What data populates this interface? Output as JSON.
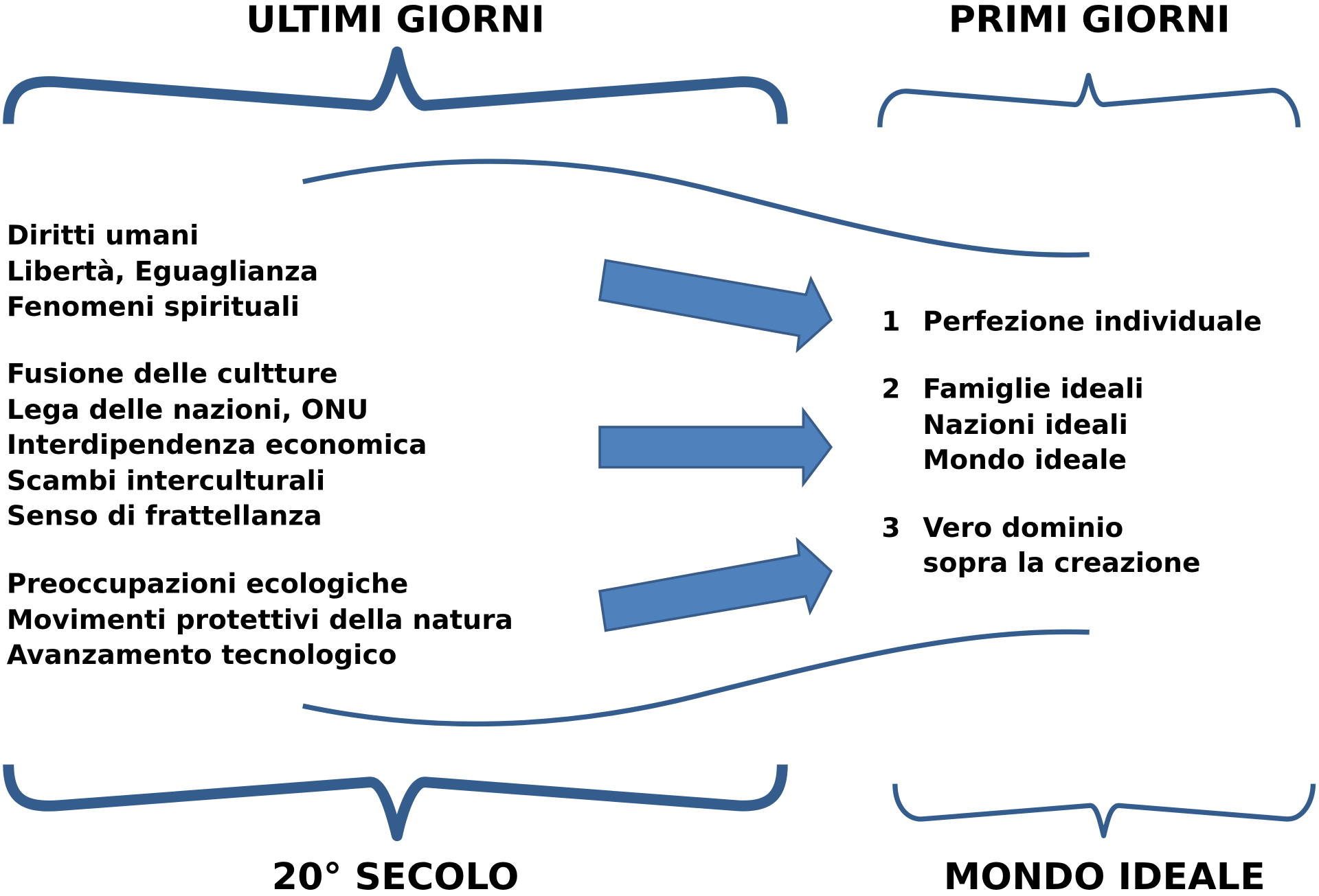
{
  "headers": {
    "top_left": "ULTIMI GIORNI",
    "top_right": "PRIMI GIORNI",
    "bottom_left": "20° SECOLO",
    "bottom_right": "MONDO IDEALE"
  },
  "left_groups": [
    [
      "Diritti umani",
      "Libertà, Eguaglianza",
      "Fenomeni spirituali"
    ],
    [
      "Fusione delle cultture",
      "Lega delle nazioni, ONU",
      "Interdipendenza economica",
      "Scambi interculturali",
      "Senso di frattellanza"
    ],
    [
      "Preoccupazioni ecologiche",
      "Movimenti protettivi della natura",
      "Avanzamento tecnologico"
    ]
  ],
  "right_items": [
    {
      "number": "1",
      "lines": [
        "Perfezione individuale"
      ]
    },
    {
      "number": "2",
      "lines": [
        "Famiglie ideali",
        "Nazioni ideali",
        "Mondo ideale"
      ]
    },
    {
      "number": "3",
      "lines": [
        "Vero dominio",
        "sopra la creazione"
      ]
    }
  ],
  "colors": {
    "brace": "#345d8e",
    "arrow_fill": "#4f81bd",
    "arrow_stroke": "#385d8a"
  }
}
